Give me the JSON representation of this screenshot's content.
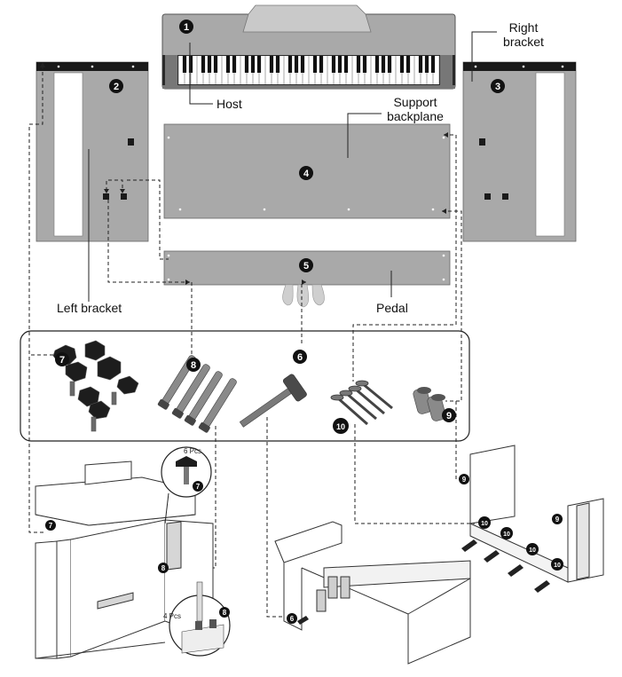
{
  "labels": {
    "host": "Host",
    "right_bracket": "Right\nbracket",
    "support_backplane": "Support\nbackplane",
    "left_bracket": "Left bracket",
    "pedal": "Pedal"
  },
  "callouts": {
    "c1": "1",
    "c2": "2",
    "c3": "3",
    "c4": "4",
    "c5": "5",
    "c6": "6",
    "c7": "7",
    "c8": "8",
    "c9": "9",
    "c10": "10"
  },
  "qty": {
    "six_pcs": "6 Pcs",
    "four_pcs": "4 Pcs"
  },
  "colors": {
    "panel": "#a9a9a9",
    "panel_dark": "#8e8e8e",
    "badge": "#111111",
    "line": "#222222",
    "white": "#ffffff"
  }
}
